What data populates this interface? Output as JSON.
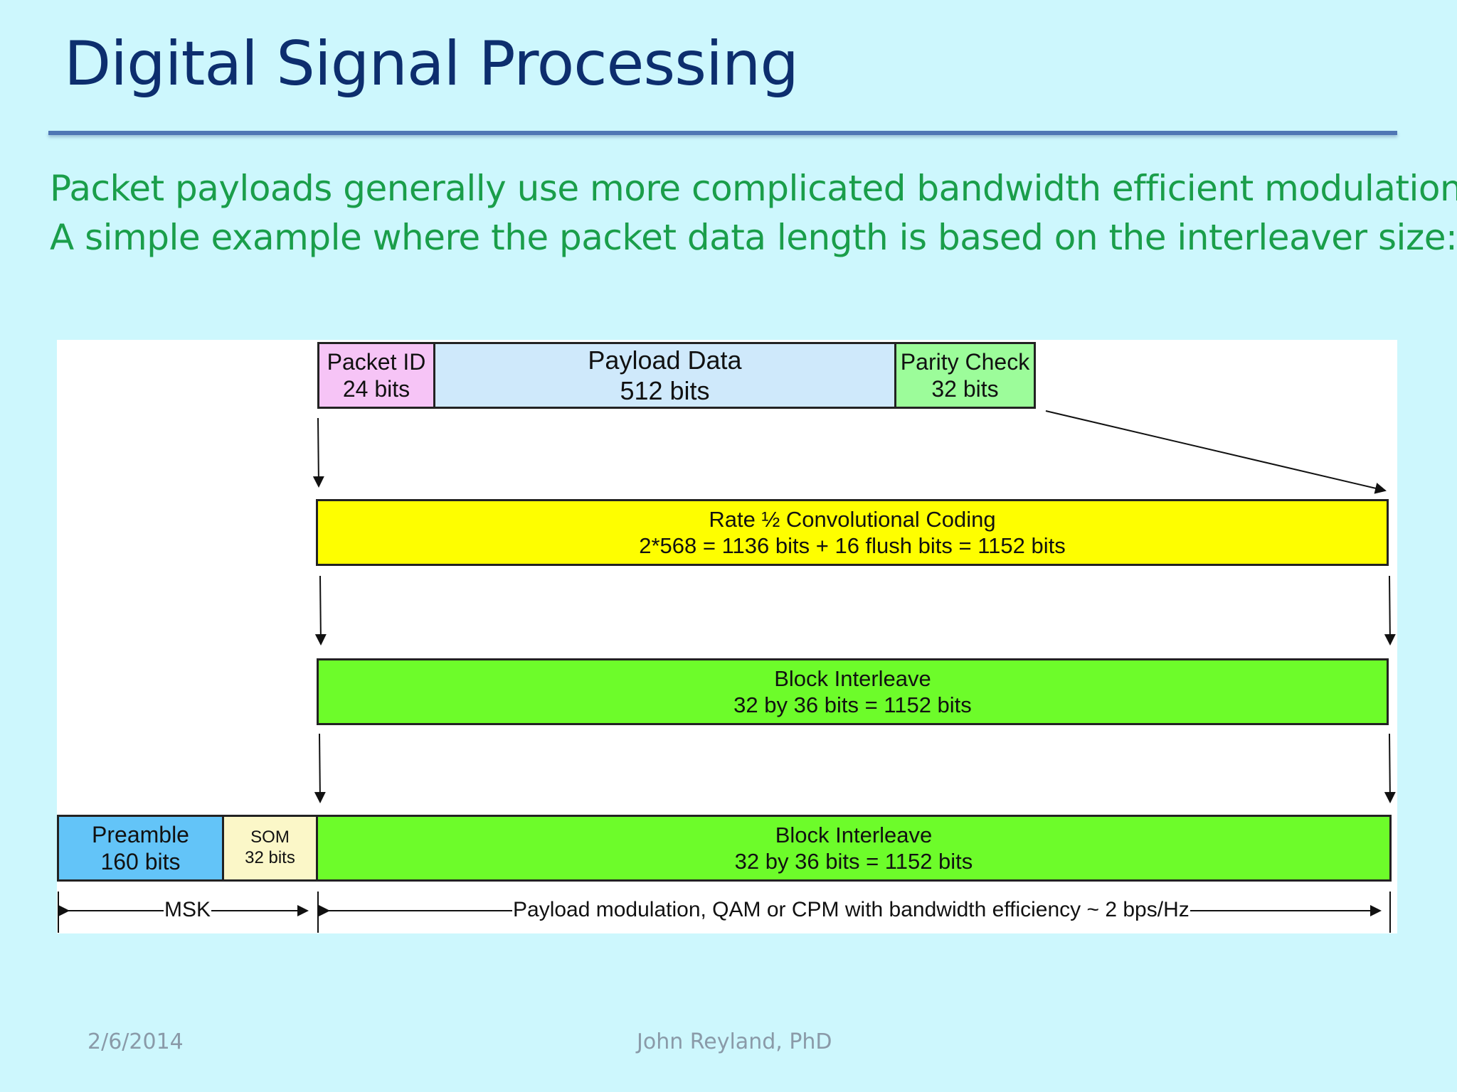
{
  "slide": {
    "title": "Digital Signal Processing",
    "bullets": [
      "Packet payloads generally use more complicated  bandwidth efficient modulation",
      "A simple example where the packet data length is based on the interleaver size:"
    ]
  },
  "diagram": {
    "packet_id": {
      "name": "Packet ID",
      "size": "24 bits",
      "color": "#f6c4f6"
    },
    "payload": {
      "name": "Payload Data",
      "size": "512 bits",
      "color": "#cfe9fb"
    },
    "parity": {
      "name": "Parity Check",
      "size": "32 bits",
      "color": "#9cfc9a"
    },
    "conv": {
      "line1": "Rate ½ Convolutional Coding",
      "line2": "2*568 = 1136 bits + 16 flush bits = 1152 bits",
      "color": "#fefe00"
    },
    "interleave": {
      "line1": "Block Interleave",
      "line2": "32 by 36 bits = 1152  bits",
      "color": "#6dfc2a"
    },
    "preamble": {
      "name": "Preamble",
      "size": "160 bits",
      "color": "#63c4f8"
    },
    "som": {
      "name": "SOM",
      "size": "32 bits",
      "color": "#fbf7c8"
    },
    "final_interleave": {
      "line1": "Block Interleave",
      "line2": "32 by 36 bits = 1152  bits",
      "color": "#6dfc2a"
    },
    "msk_label": "MSK",
    "payload_mod_label": "Payload modulation, QAM or CPM with bandwidth efficiency ~ 2  bps/Hz"
  },
  "footer": {
    "date": "2/6/2014",
    "author": "John Reyland, PhD"
  },
  "colors": {
    "background": "#cdf7fd",
    "title": "#0d2e6e",
    "bullet_text": "#1a9e4a",
    "rule": "#4f76b4"
  }
}
